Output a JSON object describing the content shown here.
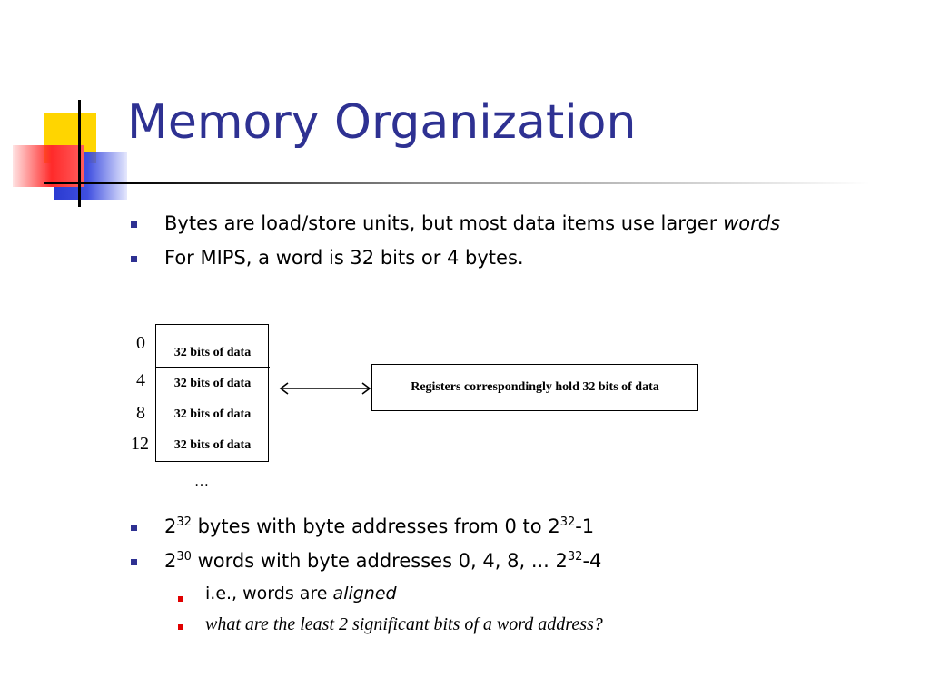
{
  "title": "Memory Organization",
  "bullets_top": [
    {
      "text": "Bytes are load/store units, but most data items use larger ",
      "emph": "words"
    },
    {
      "text": "For MIPS, a word is 32 bits or 4 bytes."
    }
  ],
  "diagram": {
    "addresses": [
      "0",
      "4",
      "8",
      "12"
    ],
    "cells": [
      "32 bits of data",
      "32 bits of data",
      "32 bits of data",
      "32 bits of data"
    ],
    "ellipsis": "…",
    "register_label": "Registers correspondingly hold 32 bits of data"
  },
  "bullets_bottom": [
    {
      "b1": "2",
      "s1": "32",
      "mid": " bytes with byte addresses from 0 to 2",
      "s2": "32",
      "end": "-1"
    },
    {
      "b1": "2",
      "s1": "30",
      "mid": " words with byte addresses 0, 4, 8, ... 2",
      "s2": "32",
      "end": "-4"
    }
  ],
  "sub_bullets": [
    {
      "text": "i.e., words are ",
      "emph": "aligned"
    },
    {
      "text": "what are the least 2 significant bits of a word address?"
    }
  ],
  "colors": {
    "title": "#2e3192",
    "bullet_blue": "#2e3192",
    "bullet_red": "#e00000",
    "deco_yellow": "#ffd500",
    "deco_blue": "#2b3bd1",
    "deco_red": "#ff2a2a"
  }
}
